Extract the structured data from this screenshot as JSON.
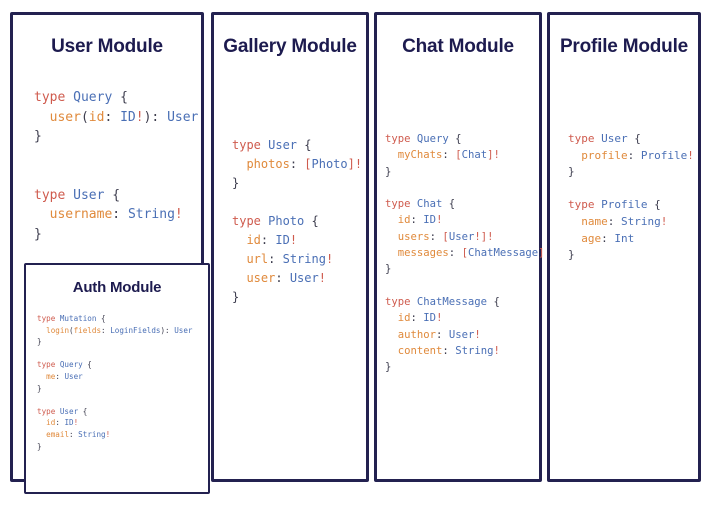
{
  "page": {
    "background": "#ffffff",
    "panel_border_color": "#232150",
    "title_color": "#1d1b4f"
  },
  "syntax_colors": {
    "keyword": "#cf5b4e",
    "type_name": "#4a6fb5",
    "field_name": "#e08a3c",
    "punctuation": "#3d3d4e",
    "non_null": "#cf5b4e"
  },
  "modules": [
    {
      "id": "user",
      "title": "User Module",
      "code_lines": [
        [
          [
            "kw",
            "type "
          ],
          [
            "tn",
            "Query"
          ],
          [
            "pn",
            " {"
          ]
        ],
        [
          [
            "pn",
            "  "
          ],
          [
            "fd",
            "user"
          ],
          [
            "pn",
            "("
          ],
          [
            "fd",
            "id"
          ],
          [
            "pn",
            ": "
          ],
          [
            "tn",
            "ID"
          ],
          [
            "bang",
            "!"
          ],
          [
            "pn",
            "): "
          ],
          [
            "tn",
            "User"
          ]
        ],
        [
          [
            "pn",
            "}"
          ]
        ],
        [
          [
            "pn",
            ""
          ]
        ],
        [
          [
            "pn",
            ""
          ]
        ],
        [
          [
            "kw",
            "type "
          ],
          [
            "tn",
            "User"
          ],
          [
            "pn",
            " {"
          ]
        ],
        [
          [
            "pn",
            "  "
          ],
          [
            "fd",
            "username"
          ],
          [
            "pn",
            ": "
          ],
          [
            "tn",
            "String"
          ],
          [
            "bang",
            "!"
          ]
        ],
        [
          [
            "pn",
            "}"
          ]
        ]
      ]
    },
    {
      "id": "auth",
      "title": "Auth Module",
      "code_lines": [
        [
          [
            "kw",
            "type "
          ],
          [
            "tn",
            "Mutation"
          ],
          [
            "pn",
            " {"
          ]
        ],
        [
          [
            "pn",
            "  "
          ],
          [
            "fd",
            "login"
          ],
          [
            "pn",
            "("
          ],
          [
            "fd",
            "fields"
          ],
          [
            "pn",
            ": "
          ],
          [
            "tn",
            "LoginFields"
          ],
          [
            "pn",
            "): "
          ],
          [
            "tn",
            "User"
          ]
        ],
        [
          [
            "pn",
            "}"
          ]
        ],
        [
          [
            "pn",
            ""
          ]
        ],
        [
          [
            "kw",
            "type "
          ],
          [
            "tn",
            "Query"
          ],
          [
            "pn",
            " {"
          ]
        ],
        [
          [
            "pn",
            "  "
          ],
          [
            "fd",
            "me"
          ],
          [
            "pn",
            ": "
          ],
          [
            "tn",
            "User"
          ]
        ],
        [
          [
            "pn",
            "}"
          ]
        ],
        [
          [
            "pn",
            ""
          ]
        ],
        [
          [
            "kw",
            "type "
          ],
          [
            "tn",
            "User"
          ],
          [
            "pn",
            " {"
          ]
        ],
        [
          [
            "pn",
            "  "
          ],
          [
            "fd",
            "id"
          ],
          [
            "pn",
            ": "
          ],
          [
            "tn",
            "ID"
          ],
          [
            "bang",
            "!"
          ]
        ],
        [
          [
            "pn",
            "  "
          ],
          [
            "fd",
            "email"
          ],
          [
            "pn",
            ": "
          ],
          [
            "tn",
            "String"
          ],
          [
            "bang",
            "!"
          ]
        ],
        [
          [
            "pn",
            "}"
          ]
        ]
      ]
    },
    {
      "id": "gallery",
      "title": "Gallery Module",
      "code_lines": [
        [
          [
            "kw",
            "type "
          ],
          [
            "tn",
            "User"
          ],
          [
            "pn",
            " {"
          ]
        ],
        [
          [
            "pn",
            "  "
          ],
          [
            "fd",
            "photos"
          ],
          [
            "pn",
            ": "
          ],
          [
            "bang",
            "["
          ],
          [
            "tn",
            "Photo"
          ],
          [
            "bang",
            "]!"
          ]
        ],
        [
          [
            "pn",
            "}"
          ]
        ],
        [
          [
            "pn",
            ""
          ]
        ],
        [
          [
            "kw",
            "type "
          ],
          [
            "tn",
            "Photo"
          ],
          [
            "pn",
            " {"
          ]
        ],
        [
          [
            "pn",
            "  "
          ],
          [
            "fd",
            "id"
          ],
          [
            "pn",
            ": "
          ],
          [
            "tn",
            "ID"
          ],
          [
            "bang",
            "!"
          ]
        ],
        [
          [
            "pn",
            "  "
          ],
          [
            "fd",
            "url"
          ],
          [
            "pn",
            ": "
          ],
          [
            "tn",
            "String"
          ],
          [
            "bang",
            "!"
          ]
        ],
        [
          [
            "pn",
            "  "
          ],
          [
            "fd",
            "user"
          ],
          [
            "pn",
            ": "
          ],
          [
            "tn",
            "User"
          ],
          [
            "bang",
            "!"
          ]
        ],
        [
          [
            "pn",
            "}"
          ]
        ]
      ]
    },
    {
      "id": "chat",
      "title": "Chat Module",
      "code_lines": [
        [
          [
            "kw",
            "type "
          ],
          [
            "tn",
            "Query"
          ],
          [
            "pn",
            " {"
          ]
        ],
        [
          [
            "pn",
            "  "
          ],
          [
            "fd",
            "myChats"
          ],
          [
            "pn",
            ": "
          ],
          [
            "bang",
            "["
          ],
          [
            "tn",
            "Chat"
          ],
          [
            "bang",
            "]!"
          ]
        ],
        [
          [
            "pn",
            "}"
          ]
        ],
        [
          [
            "pn",
            ""
          ]
        ],
        [
          [
            "kw",
            "type "
          ],
          [
            "tn",
            "Chat"
          ],
          [
            "pn",
            " {"
          ]
        ],
        [
          [
            "pn",
            "  "
          ],
          [
            "fd",
            "id"
          ],
          [
            "pn",
            ": "
          ],
          [
            "tn",
            "ID"
          ],
          [
            "bang",
            "!"
          ]
        ],
        [
          [
            "pn",
            "  "
          ],
          [
            "fd",
            "users"
          ],
          [
            "pn",
            ": "
          ],
          [
            "bang",
            "["
          ],
          [
            "tn",
            "User"
          ],
          [
            "bang",
            "!]!"
          ]
        ],
        [
          [
            "pn",
            "  "
          ],
          [
            "fd",
            "messages"
          ],
          [
            "pn",
            ": "
          ],
          [
            "bang",
            "["
          ],
          [
            "tn",
            "ChatMessage"
          ],
          [
            "bang",
            "]!"
          ]
        ],
        [
          [
            "pn",
            "}"
          ]
        ],
        [
          [
            "pn",
            ""
          ]
        ],
        [
          [
            "kw",
            "type "
          ],
          [
            "tn",
            "ChatMessage"
          ],
          [
            "pn",
            " {"
          ]
        ],
        [
          [
            "pn",
            "  "
          ],
          [
            "fd",
            "id"
          ],
          [
            "pn",
            ": "
          ],
          [
            "tn",
            "ID"
          ],
          [
            "bang",
            "!"
          ]
        ],
        [
          [
            "pn",
            "  "
          ],
          [
            "fd",
            "author"
          ],
          [
            "pn",
            ": "
          ],
          [
            "tn",
            "User"
          ],
          [
            "bang",
            "!"
          ]
        ],
        [
          [
            "pn",
            "  "
          ],
          [
            "fd",
            "content"
          ],
          [
            "pn",
            ": "
          ],
          [
            "tn",
            "String"
          ],
          [
            "bang",
            "!"
          ]
        ],
        [
          [
            "pn",
            "}"
          ]
        ]
      ]
    },
    {
      "id": "profile",
      "title": "Profile Module",
      "code_lines": [
        [
          [
            "kw",
            "type "
          ],
          [
            "tn",
            "User"
          ],
          [
            "pn",
            " {"
          ]
        ],
        [
          [
            "pn",
            "  "
          ],
          [
            "fd",
            "profile"
          ],
          [
            "pn",
            ": "
          ],
          [
            "tn",
            "Profile"
          ],
          [
            "bang",
            "!"
          ]
        ],
        [
          [
            "pn",
            "}"
          ]
        ],
        [
          [
            "pn",
            ""
          ]
        ],
        [
          [
            "kw",
            "type "
          ],
          [
            "tn",
            "Profile"
          ],
          [
            "pn",
            " {"
          ]
        ],
        [
          [
            "pn",
            "  "
          ],
          [
            "fd",
            "name"
          ],
          [
            "pn",
            ": "
          ],
          [
            "tn",
            "String"
          ],
          [
            "bang",
            "!"
          ]
        ],
        [
          [
            "pn",
            "  "
          ],
          [
            "fd",
            "age"
          ],
          [
            "pn",
            ": "
          ],
          [
            "tn",
            "Int"
          ]
        ],
        [
          [
            "pn",
            "}"
          ]
        ]
      ]
    }
  ]
}
